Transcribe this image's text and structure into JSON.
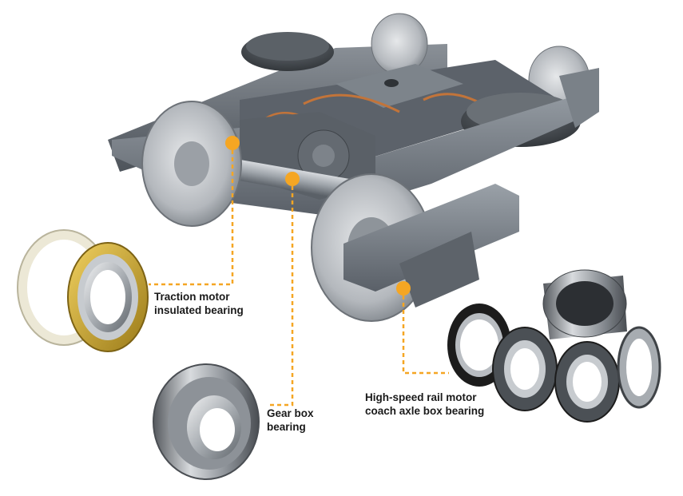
{
  "callouts": {
    "traction": {
      "line1": "Traction motor",
      "line2": "insulated bearing"
    },
    "gearbox": {
      "line1": "Gear box",
      "line2": "bearing"
    },
    "axlebox": {
      "line1": "High-speed rail motor",
      "line2": "coach axle box bearing"
    }
  },
  "colors": {
    "leader": "#f5a623",
    "bogie_dark": "#4a5058",
    "bogie_mid": "#6e757d",
    "bogie_light": "#aab0b6",
    "wheel": "#c9ccd0",
    "brass_cage": "#c9a227",
    "insulated_ring": "#ece8d6",
    "steel": "#b9bdc2",
    "seal_black": "#1c1c1c"
  },
  "icons": {
    "bogie": "bogie-illustration",
    "traction_bearing": "cylindrical-roller-bearing-icon",
    "gear_bearing": "tapered-roller-bearing-icon",
    "axle_bearing": "double-row-tapered-bearing-icon"
  }
}
